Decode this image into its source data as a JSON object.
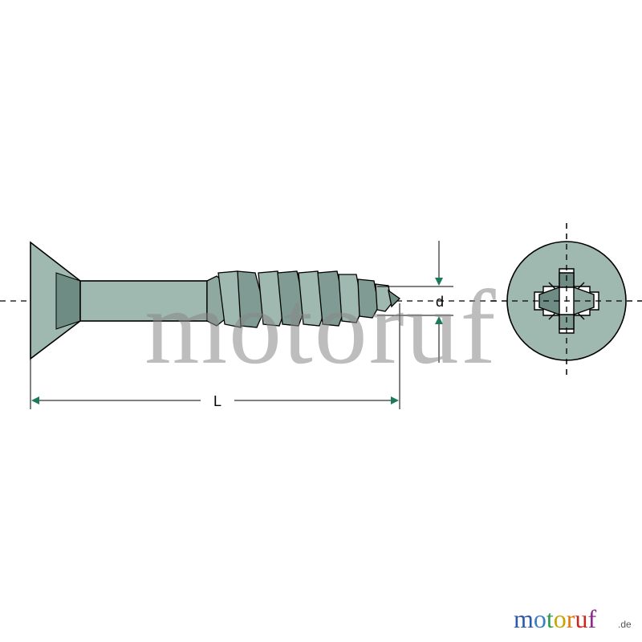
{
  "diagram": {
    "dimension_labels": {
      "length": "L",
      "diameter": "d"
    },
    "colors": {
      "metal": "#9fb8b0",
      "metal_dark": "#6f8c84",
      "arrow": "#1b7a5c",
      "outline": "#000000"
    }
  },
  "watermark": {
    "text": "motoruf"
  },
  "logo": {
    "letters": [
      "m",
      "o",
      "t",
      "o",
      "r",
      "u",
      "f"
    ],
    "letter_colors": [
      "#2a5aa8",
      "#3d7dc8",
      "#2e9a4a",
      "#c9a400",
      "#e07a10",
      "#c8281e",
      "#8a2a8a"
    ],
    "suffix": ".de"
  }
}
